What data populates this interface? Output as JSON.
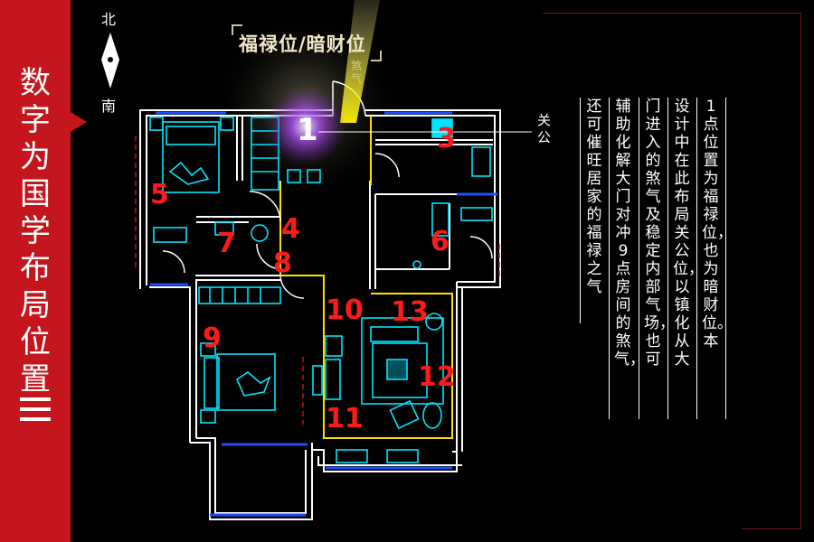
{
  "sidebar": {
    "title_chars": [
      "数",
      "字",
      "为",
      "国",
      "学",
      "布",
      "局",
      "位",
      "置"
    ],
    "bars_glyph": "三"
  },
  "compass": {
    "north": "北",
    "south": "南"
  },
  "banner": {
    "text": "福禄位/暗财位"
  },
  "sha_label": "煞气",
  "guan_gong_label": "关公",
  "rooms": [
    {
      "number": "1"
    },
    {
      "number": "3"
    },
    {
      "number": "4"
    },
    {
      "number": "5"
    },
    {
      "number": "6"
    },
    {
      "number": "7"
    },
    {
      "number": "8"
    },
    {
      "number": "9"
    },
    {
      "number": "10"
    },
    {
      "number": "11"
    },
    {
      "number": "12"
    },
    {
      "number": "13"
    }
  ],
  "description_columns": [
    "1点位置为福禄位，也为暗财位。本",
    "设计中在此布局关公位，以镇化从大",
    "门进入的煞气及稳定内部气场，也可",
    "辅助化解大门对冲9点房间的煞气，",
    "还可催旺居家的福禄之气"
  ],
  "colors": {
    "sidebar": "#c4161c",
    "walls": "#ffffff",
    "furniture": "#00e5ff",
    "zone_lines": "#ffe000",
    "numbers": "#ff1a1a",
    "glow": "#a020ff"
  }
}
